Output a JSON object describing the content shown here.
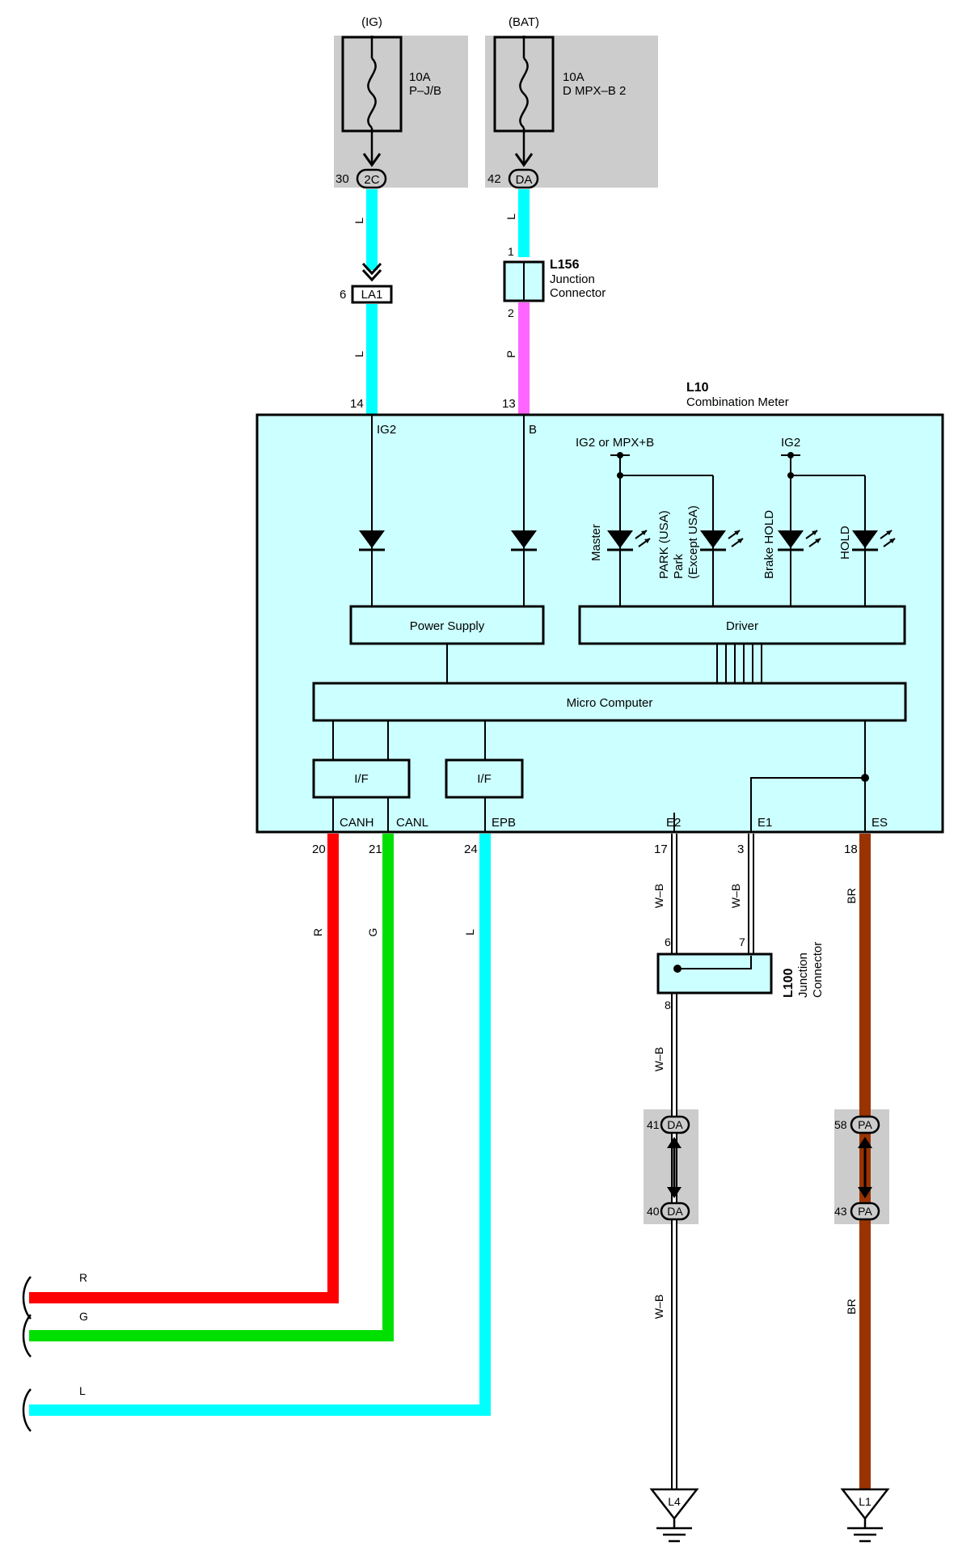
{
  "fuses": {
    "ig": {
      "source": "(IG)",
      "rating": "10A",
      "name": "P–J/B",
      "pin": "30",
      "connector": "2C"
    },
    "bat": {
      "source": "(BAT)",
      "rating": "10A",
      "name": "D MPX–B 2",
      "pin": "42",
      "connector": "DA"
    }
  },
  "connectors": {
    "la1": {
      "pin": "6",
      "label": "LA1"
    },
    "l156": {
      "pin_top": "1",
      "pin_bottom": "2",
      "id": "L156",
      "desc1": "Junction",
      "desc2": "Connector"
    },
    "l100": {
      "pin_6": "6",
      "pin_7": "7",
      "pin_8": "8",
      "id": "L100",
      "desc1": "Junction",
      "desc2": "Connector"
    },
    "da_upper": {
      "pin": "41",
      "label": "DA"
    },
    "da_lower": {
      "pin": "40",
      "label": "DA"
    },
    "pa_upper": {
      "pin": "58",
      "label": "PA"
    },
    "pa_lower": {
      "pin": "43",
      "label": "PA"
    }
  },
  "meter": {
    "id": "L10",
    "name": "Combination Meter",
    "pin_ig2_num": "14",
    "pin_b_num": "13",
    "ig2_label": "IG2",
    "b_label": "B",
    "led_supply_left": "IG2 or MPX+B",
    "led_supply_right": "IG2",
    "leds": {
      "master": "Master",
      "park_usa": "PARK (USA)",
      "park": "Park",
      "park_except": "(Except USA)",
      "brake_hold": "Brake HOLD",
      "hold": "HOLD"
    },
    "power_supply": "Power Supply",
    "driver": "Driver",
    "micro": "Micro Computer",
    "if_label": "I/F",
    "terminals": {
      "canh": "CANH",
      "canl": "CANL",
      "epb": "EPB",
      "e2": "E2",
      "e1": "E1",
      "es": "ES"
    },
    "pin_numbers": {
      "canh": "20",
      "canl": "21",
      "epb": "24",
      "e2": "17",
      "e1": "3",
      "es": "18"
    }
  },
  "wire_labels": {
    "l": "L",
    "p": "P",
    "r": "R",
    "g": "G",
    "wb": "W–B",
    "br": "BR"
  },
  "grounds": {
    "left": "L4",
    "right": "L1"
  },
  "colors": {
    "L": "#00ffff",
    "P": "#ff66ff",
    "R": "#ff0000",
    "G": "#00e000",
    "BR": "#993300",
    "box_fill": "#ccffff",
    "fuse_bg": "#cccccc"
  }
}
